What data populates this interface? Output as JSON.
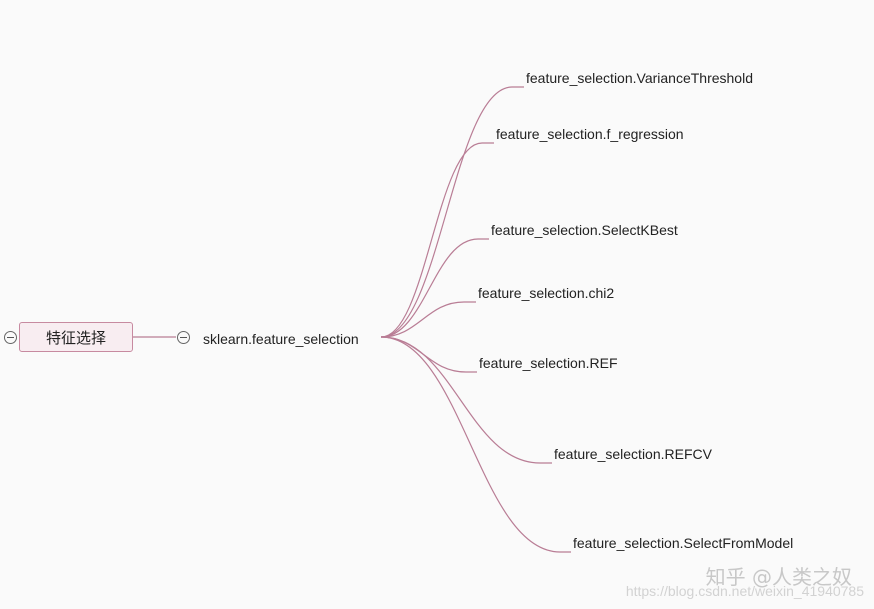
{
  "root": {
    "label": "特征选择"
  },
  "branch": {
    "label": "sklearn.feature_selection"
  },
  "leaves": [
    "feature_selection.VarianceThreshold",
    "feature_selection.f_regression",
    "feature_selection.SelectKBest",
    "feature_selection.chi2",
    "feature_selection.REF",
    "feature_selection.REFCV",
    "feature_selection.SelectFromModel"
  ],
  "watermark": {
    "logo": "知乎 @人类之奴",
    "url": "https://blog.csdn.net/weixin_41940785"
  },
  "colors": {
    "connector": "#b97d95",
    "node_fill": "#f8edf1",
    "node_border": "#c78aa0"
  }
}
